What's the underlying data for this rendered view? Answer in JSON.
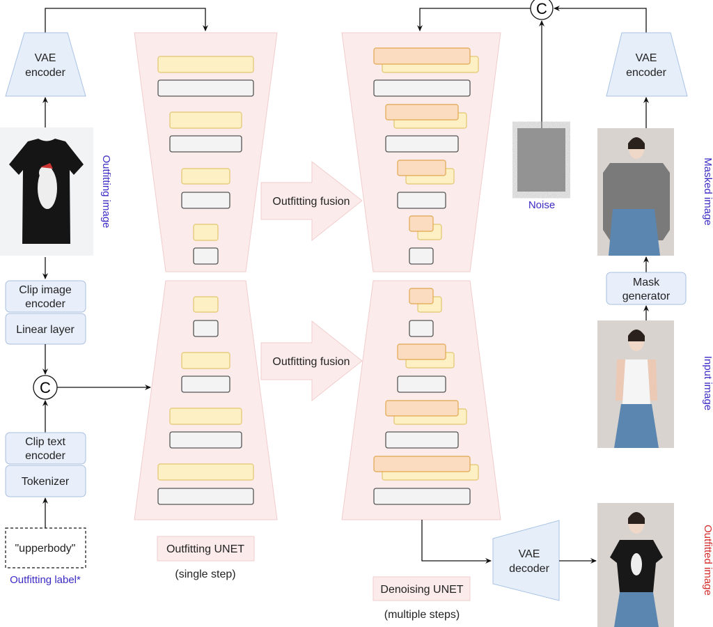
{
  "left": {
    "vae_encoder": [
      "VAE",
      "encoder"
    ],
    "outfitting_image_label": "Outfitting image",
    "clip_image_encoder": [
      "Clip image",
      "encoder"
    ],
    "linear_layer": "Linear layer",
    "concat_symbol": "C",
    "clip_text_encoder": [
      "Clip text",
      "encoder"
    ],
    "tokenizer": "Tokenizer",
    "label_value": "\"upperbody\"",
    "outfitting_label": "Outfitting label*"
  },
  "outfitting_unet": {
    "name": "Outfitting UNET",
    "note": "(single step)"
  },
  "fusion": {
    "label": "Outfitting fusion"
  },
  "denoising_unet": {
    "name": "Denoising UNET",
    "note": "(multiple steps)"
  },
  "right": {
    "concat_symbol": "C",
    "noise_label": "Noise",
    "vae_encoder": [
      "VAE",
      "encoder"
    ],
    "masked_image_label": "Masked image",
    "mask_generator": [
      "Mask",
      "generator"
    ],
    "input_image_label": "Input image",
    "vae_decoder": [
      "VAE",
      "decoder"
    ],
    "outfitted_image_label": "Outfitted image"
  },
  "colors": {
    "label_blue": "#3b2bc4",
    "label_red": "#d52b2b",
    "unet_fill": "#fbeceb",
    "encoder_fill": "#e6eef9"
  }
}
